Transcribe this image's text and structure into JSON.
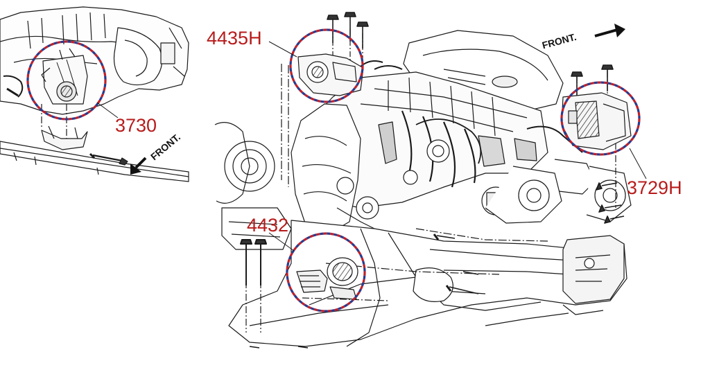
{
  "callouts": {
    "c3730": "3730",
    "c4435h": "4435H",
    "c3729h": "3729H",
    "c4432": "4432"
  },
  "front_labels": {
    "left": "FRONT.",
    "right": "FRONT."
  },
  "colors": {
    "callout_text": "#b81b1b",
    "ring_red": "#c0202a",
    "ring_blue": "#2a3a8c",
    "line_art": "#1a1a1a"
  }
}
